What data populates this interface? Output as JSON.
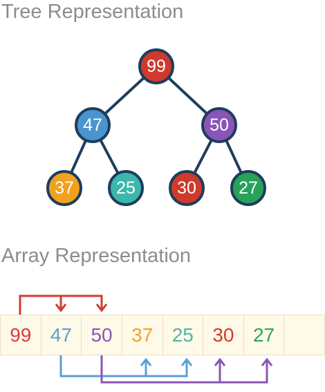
{
  "tree": {
    "title": "Tree Representation",
    "edge_color": "#1f3d5c",
    "nodes": [
      {
        "value": "99",
        "color": "#cf3a2c"
      },
      {
        "value": "47",
        "color": "#4a95cf"
      },
      {
        "value": "50",
        "color": "#8a54b8"
      },
      {
        "value": "37",
        "color": "#f0a21e"
      },
      {
        "value": "25",
        "color": "#3cb7ad"
      },
      {
        "value": "30",
        "color": "#cf3a2c"
      },
      {
        "value": "27",
        "color": "#27a25a"
      }
    ]
  },
  "array": {
    "title": "Array Representation",
    "cells": [
      {
        "value": "99",
        "color": "#d93b3b"
      },
      {
        "value": "47",
        "color": "#5a9fd4"
      },
      {
        "value": "50",
        "color": "#8a54b8"
      },
      {
        "value": "37",
        "color": "#efa22c"
      },
      {
        "value": "25",
        "color": "#4fb3aa"
      },
      {
        "value": "30",
        "color": "#d33a2f"
      },
      {
        "value": "27",
        "color": "#31a356"
      },
      {
        "value": "",
        "color": "#000000"
      }
    ],
    "arrow_colors": {
      "root": "#d33a2f",
      "node_47": "#5a9fd4",
      "node_50": "#8a54b8"
    }
  }
}
